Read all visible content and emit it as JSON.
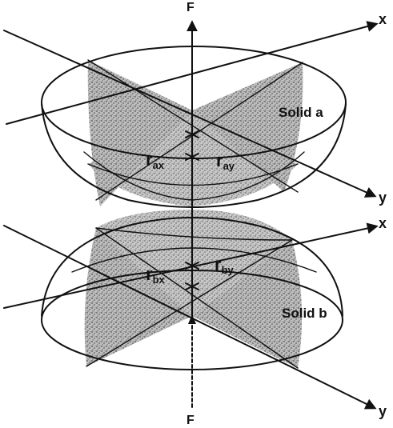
{
  "labels": {
    "force_top": "F",
    "force_bottom": "F",
    "axis_x_top": "x",
    "axis_y_top": "y",
    "axis_x_bottom": "x",
    "axis_y_bottom": "y",
    "solid_a": "Solid a",
    "solid_b": "Solid b",
    "r_ax": {
      "base": "r",
      "sub": "ax"
    },
    "r_ay": {
      "base": "r",
      "sub": "ay"
    },
    "r_bx": {
      "base": "r",
      "sub": "bx"
    },
    "r_by": {
      "base": "r",
      "sub": "by"
    }
  },
  "colors": {
    "ink": "#111111",
    "shade": "#8a8a8a"
  }
}
